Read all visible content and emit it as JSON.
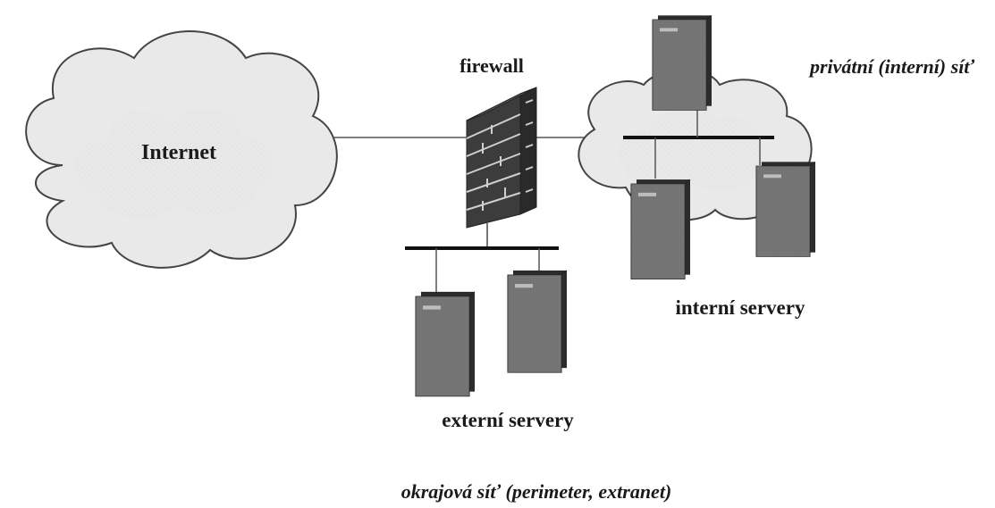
{
  "labels": {
    "internet": "Internet",
    "firewall": "firewall",
    "private_network": "privátní (interní) síť",
    "internal_servers": "interní servery",
    "external_servers": "externí servery",
    "perimeter_network": "okrajová síť (perimeter, extranet)"
  },
  "nodes": {
    "internal_server_count": 3,
    "external_server_count": 2
  },
  "colors": {
    "cloud_fill": "#e9e9e9",
    "cloud_stroke": "#444444",
    "server_body": "#5c5c5c",
    "server_side": "#3a3a3a",
    "brick": "#4a4a4a",
    "line": "#555555",
    "bus": "#111111"
  }
}
